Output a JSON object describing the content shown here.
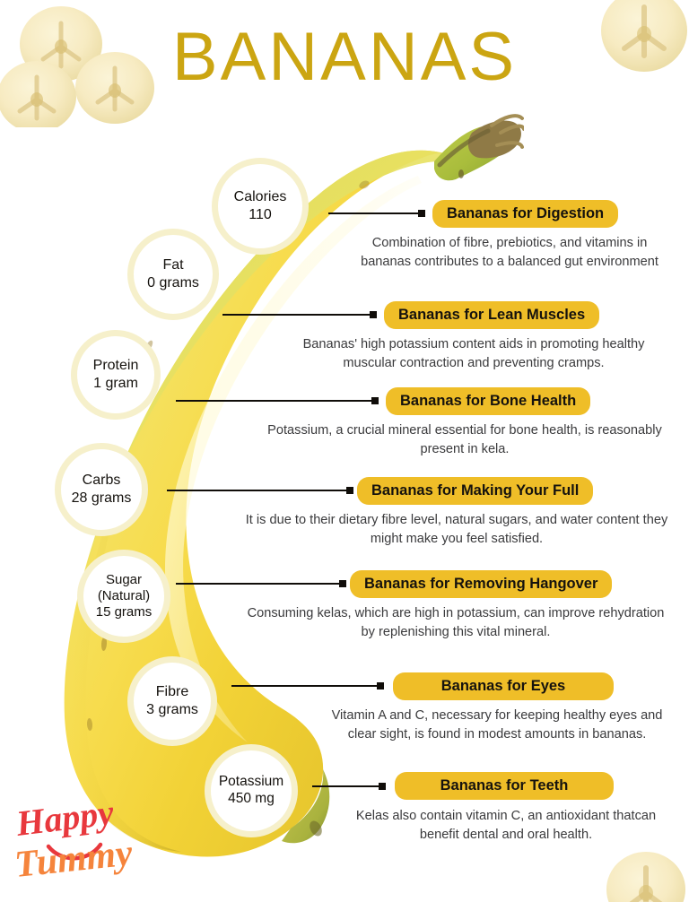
{
  "page": {
    "title": "BANANAS",
    "background_color": "#FFFFFF",
    "title_color": "#CBA512",
    "chip_color": "#EFBE28",
    "badge_ring_color": "#F6F0CB",
    "body_text_color": "#3A3A3C"
  },
  "logo": {
    "line1": "Happy",
    "line2": "Tummy",
    "line1_color": "#E8383D",
    "line2_color": "#F5843C"
  },
  "nutrition": [
    {
      "name": "calories",
      "lines": [
        "Calories",
        "110"
      ]
    },
    {
      "name": "fat",
      "lines": [
        "Fat",
        "0 grams"
      ]
    },
    {
      "name": "protein",
      "lines": [
        "Protein",
        "1 gram"
      ]
    },
    {
      "name": "carbs",
      "lines": [
        "Carbs",
        "28 grams"
      ]
    },
    {
      "name": "sugar",
      "lines": [
        "Sugar",
        "(Natural)",
        "15 grams"
      ]
    },
    {
      "name": "fibre",
      "lines": [
        "Fibre",
        "3 grams"
      ]
    },
    {
      "name": "potassium",
      "lines": [
        "Potassium",
        "450 mg"
      ]
    }
  ],
  "benefits": [
    {
      "name": "digestion",
      "chip": "Bananas for Digestion",
      "body": "Combination of fibre, prebiotics, and vitamins in bananas contributes to a balanced gut environment"
    },
    {
      "name": "lean-muscles",
      "chip": "Bananas for Lean Muscles",
      "body": "Bananas' high potassium content aids in promoting healthy muscular contraction and preventing cramps."
    },
    {
      "name": "bone-health",
      "chip": "Bananas for Bone Health",
      "body": "Potassium, a crucial mineral essential for bone health, is reasonably present in kela."
    },
    {
      "name": "making-your-full",
      "chip": "Bananas for Making Your Full",
      "body": "It is due to their dietary fibre level, natural sugars, and water content they might make you feel satisfied."
    },
    {
      "name": "removing-hangover",
      "chip": "Bananas for Removing Hangover",
      "body": "Consuming kelas, which are high in potassium, can improve rehydration by replenishing this vital mineral."
    },
    {
      "name": "eyes",
      "chip": "Bananas for Eyes",
      "body": "Vitamin A and C, necessary for keeping healthy eyes and clear sight, is found in modest amounts in bananas."
    },
    {
      "name": "teeth",
      "chip": "Bananas for Teeth",
      "body": "Kelas also contain vitamin C, an antioxidant thatcan benefit dental and oral health."
    }
  ]
}
